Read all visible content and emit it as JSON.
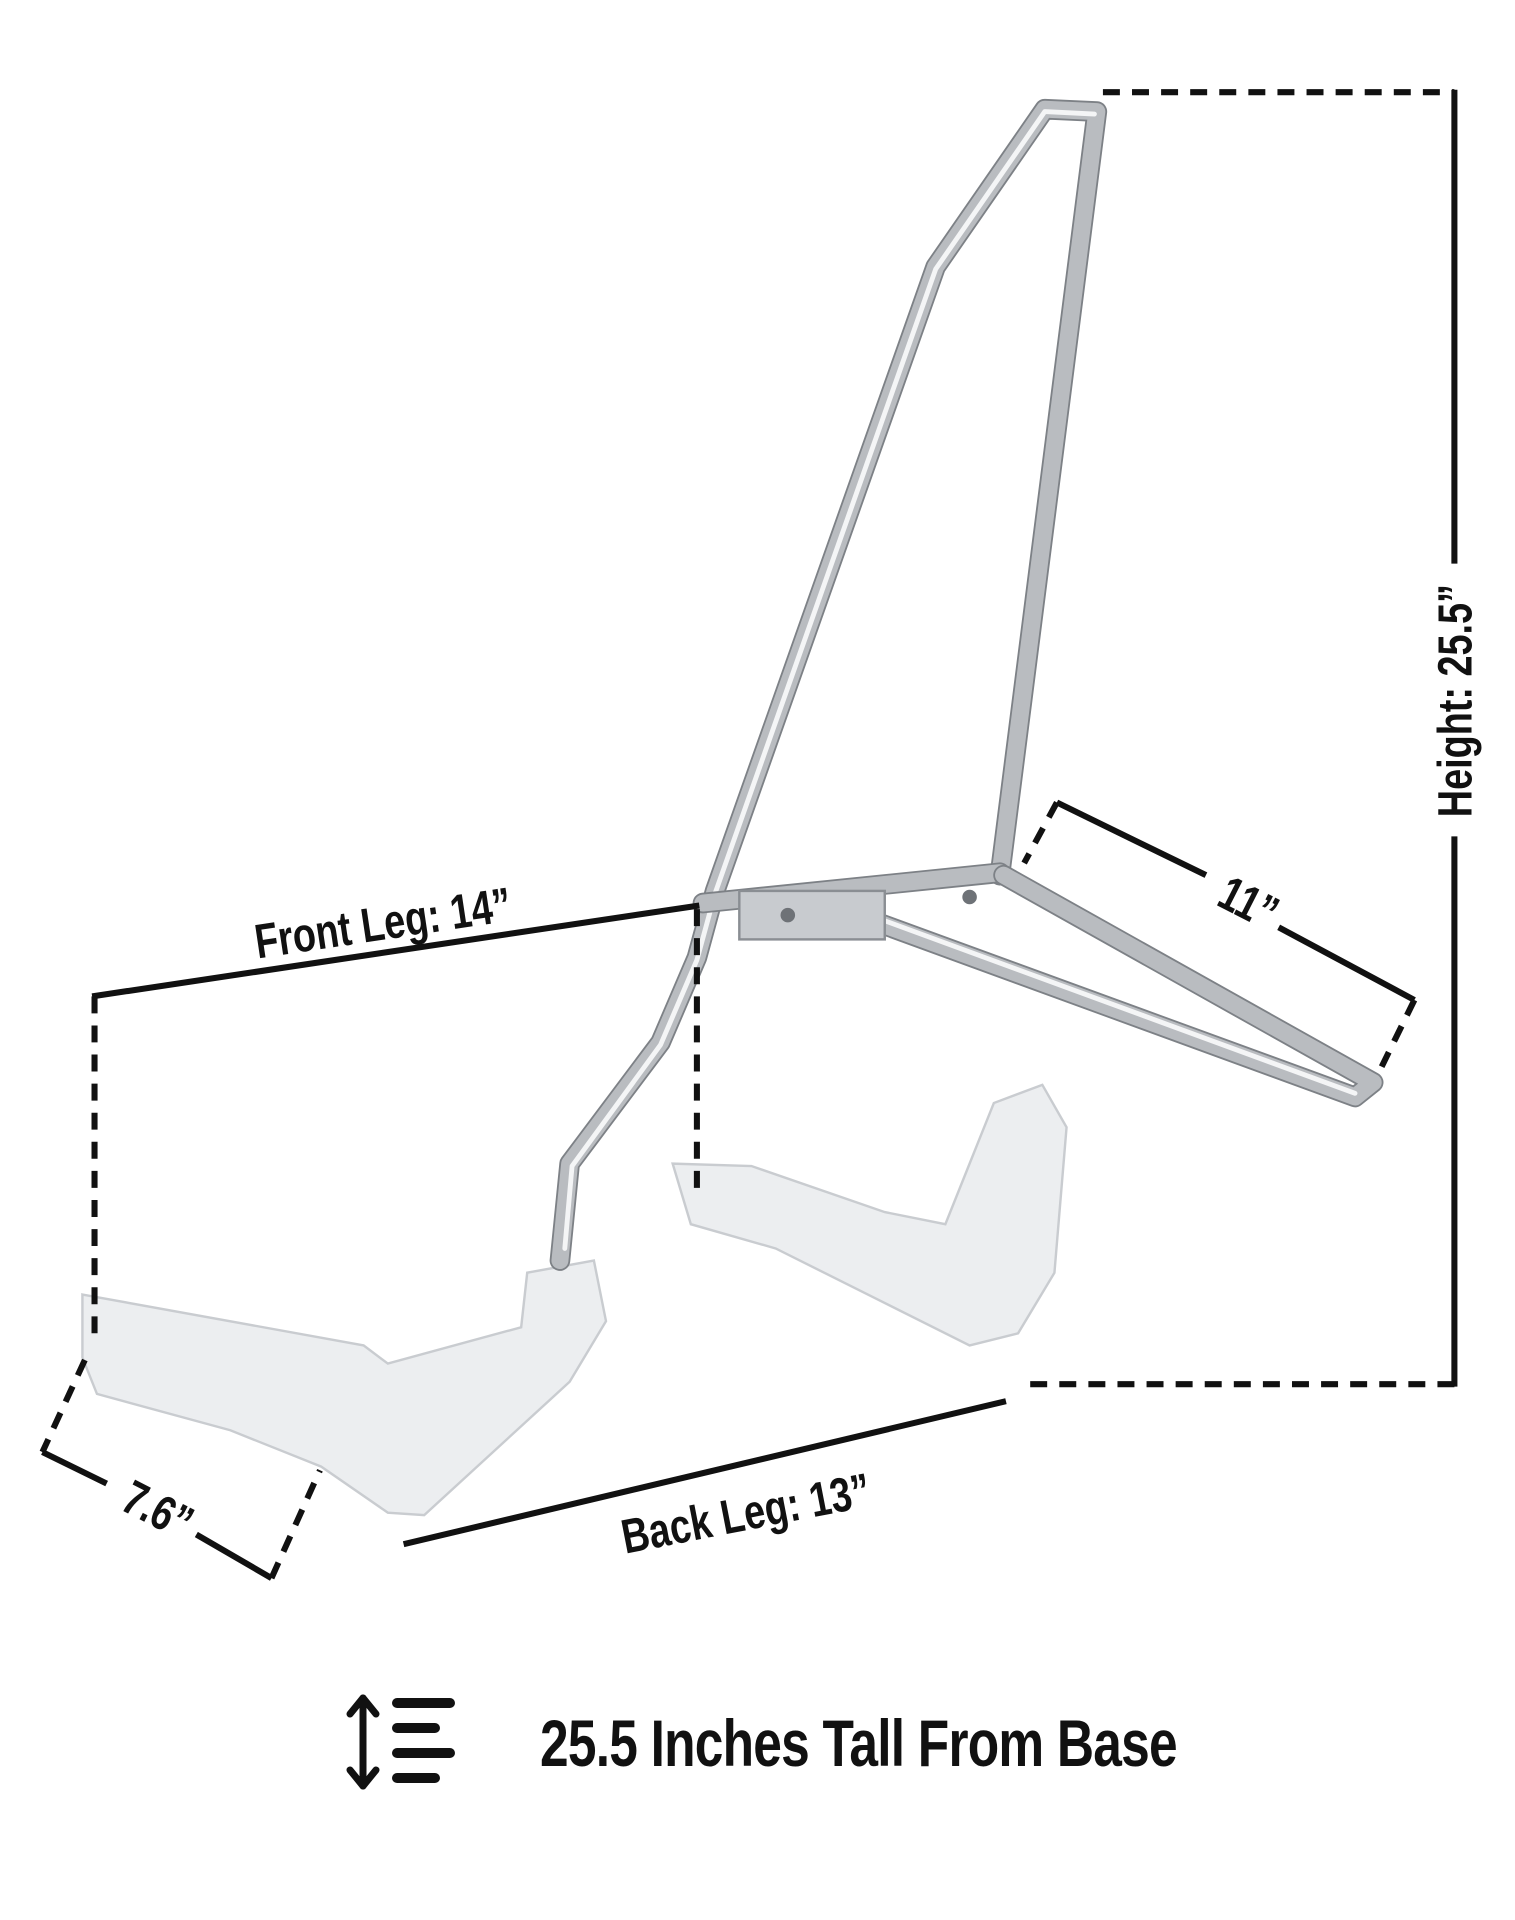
{
  "dimensions": {
    "height_label": "Height: 25.5”",
    "width_label": "11”",
    "front_leg_label": "Front Leg: 14”",
    "back_leg_label": "Back Leg: 13”",
    "plate_width_label": "7.6”"
  },
  "feature": {
    "icon": "vertical-height-icon",
    "text": "25.5 Inches Tall From Base"
  }
}
